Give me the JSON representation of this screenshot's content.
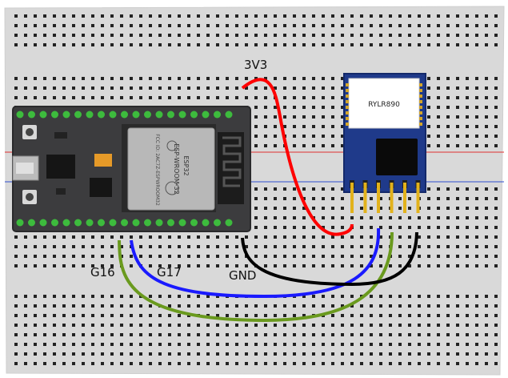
{
  "diagram": {
    "esp32_module": {
      "shield_text_1": "ESP-WROOM-32",
      "shield_text_2": "ESP32",
      "fcc_text": "FCC ID: 2AC7Z-ESPWROOM32"
    },
    "lora_module": {
      "label": "RYLR890"
    },
    "wires": [
      {
        "label": "3V3",
        "color": "#ff0000"
      },
      {
        "label": "G16",
        "color": "#6a9a1e"
      },
      {
        "label": "G17",
        "color": "#1a1aff"
      },
      {
        "label": "GND",
        "color": "#000000"
      }
    ],
    "colors": {
      "board_pcb": "#3c3c3e",
      "shield": "#b8b8b8",
      "lora_pcb": "#1f3a8a",
      "rail_red": "#e03030",
      "rail_blue": "#3050d0",
      "pin_green": "#3dbb3d"
    }
  }
}
